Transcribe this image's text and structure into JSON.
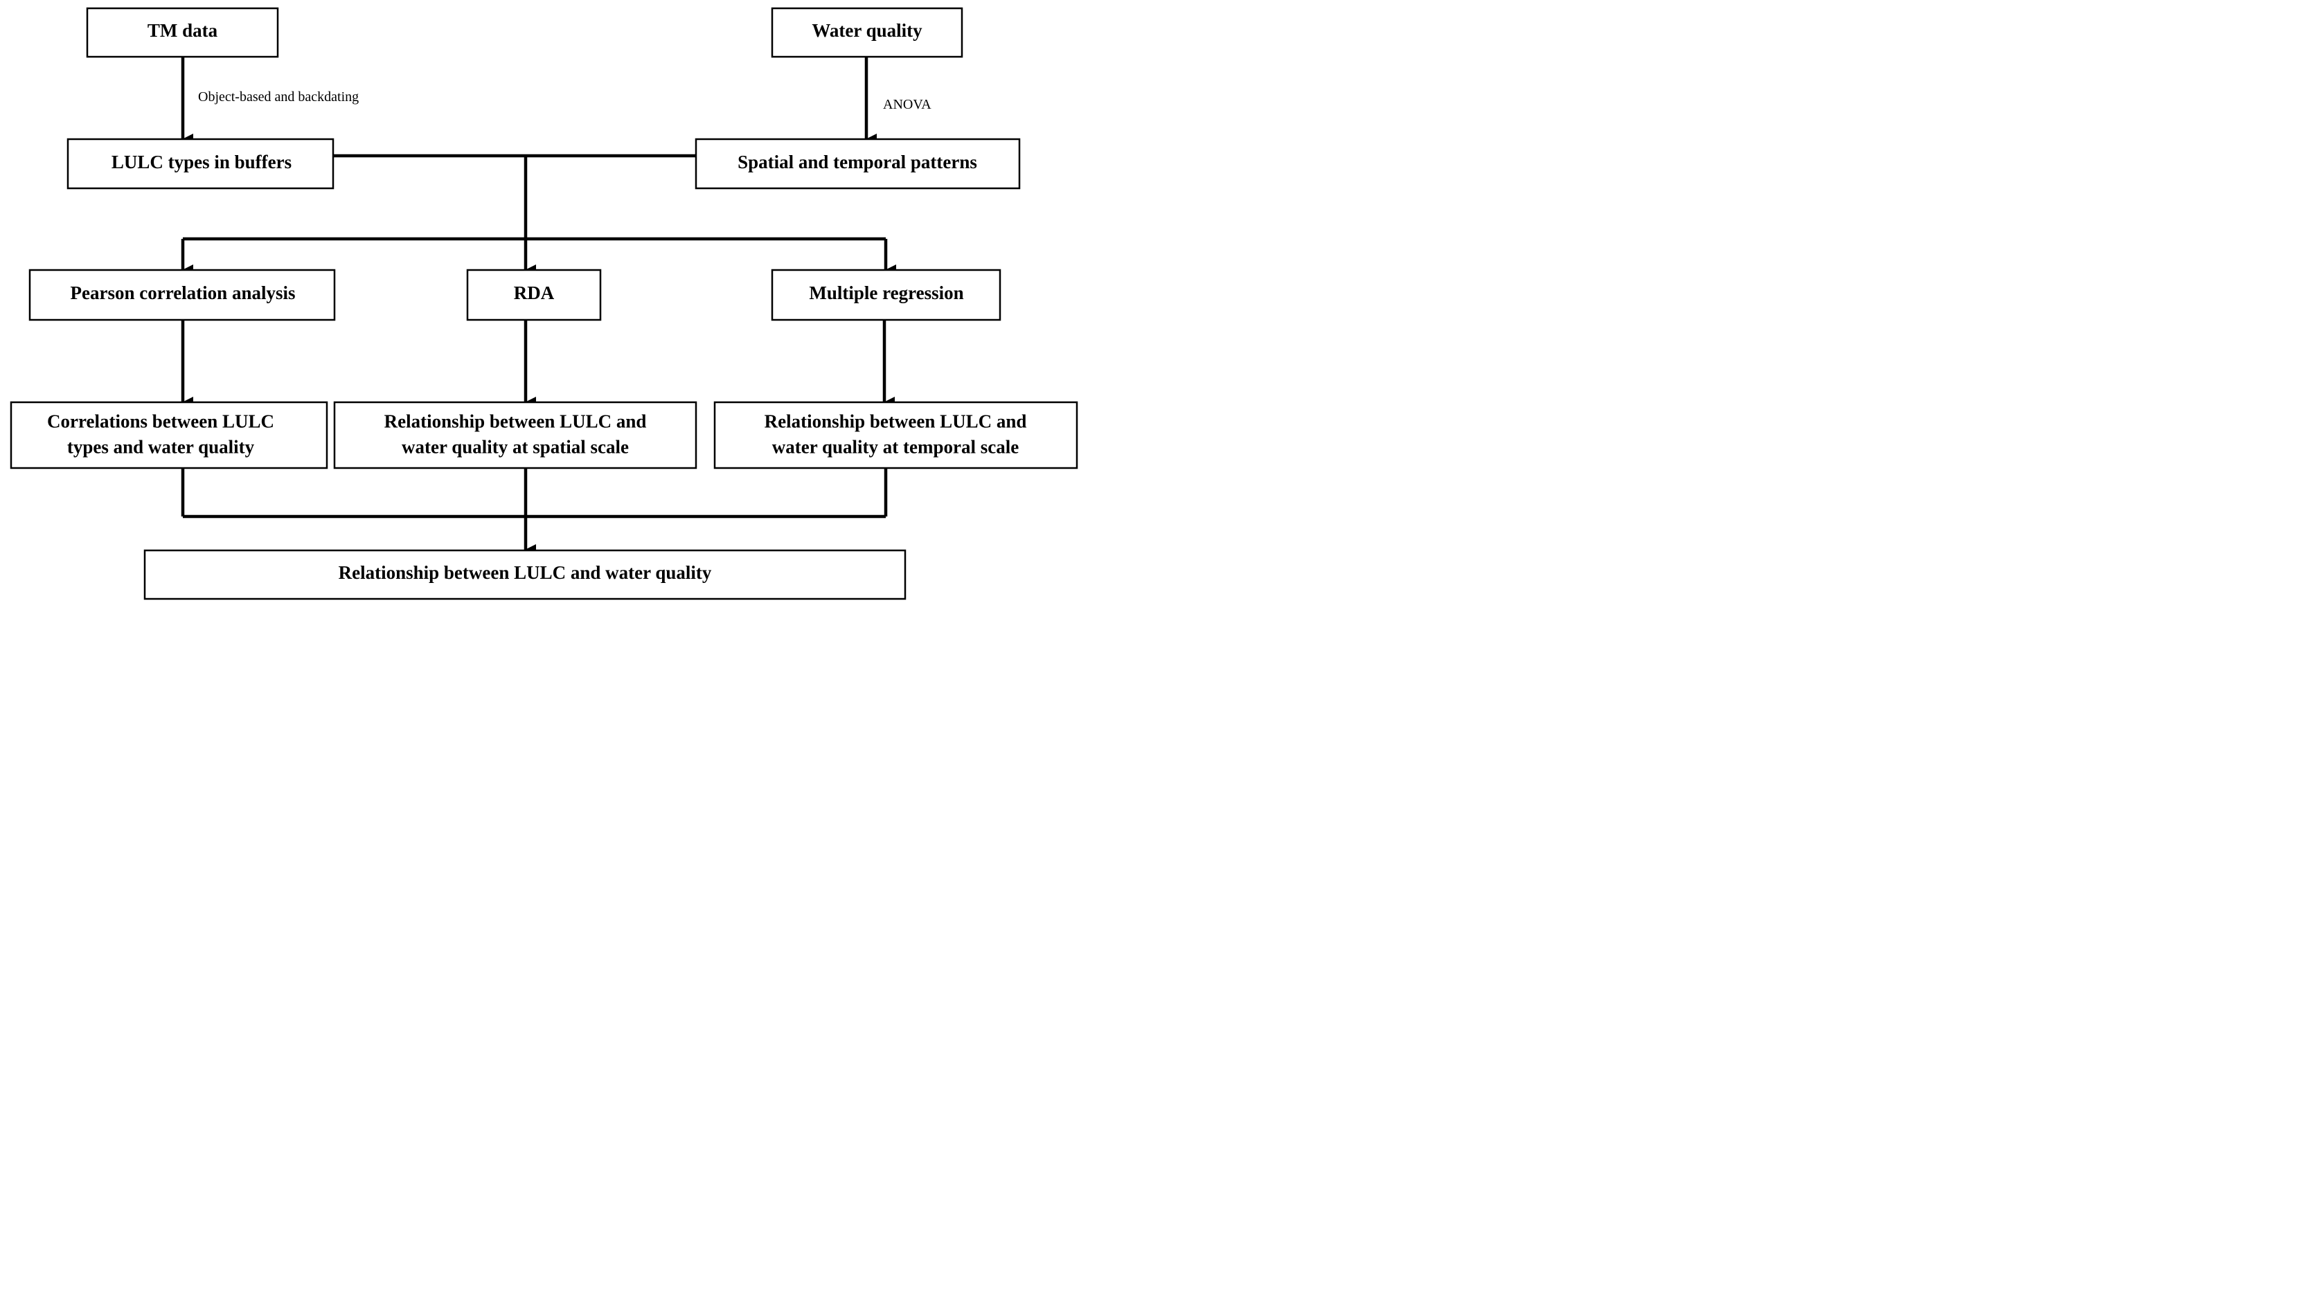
{
  "nodes": {
    "tm_data": {
      "lines": [
        "TM data"
      ]
    },
    "water_quality": {
      "lines": [
        "Water quality"
      ]
    },
    "lulc_buffers": {
      "lines": [
        "LULC types in buffers"
      ]
    },
    "spatial_temporal": {
      "lines": [
        "Spatial and temporal patterns"
      ]
    },
    "pearson": {
      "lines": [
        "Pearson correlation analysis"
      ]
    },
    "rda": {
      "lines": [
        "RDA"
      ]
    },
    "multiple_regression": {
      "lines": [
        "Multiple regression"
      ]
    },
    "correlations": {
      "lines": [
        "Correlations between LULC",
        "types and water quality"
      ]
    },
    "rel_spatial": {
      "lines": [
        "Relationship between LULC and",
        "water quality at spatial scale"
      ]
    },
    "rel_temporal": {
      "lines": [
        "Relationship between LULC and",
        "water quality at temporal scale"
      ]
    },
    "rel_final": {
      "lines": [
        "Relationship between LULC and water quality"
      ]
    }
  },
  "edge_labels": {
    "object_based": "Object-based and backdating",
    "anova": "ANOVA"
  },
  "colors": {
    "stroke": "#000000",
    "fill": "#ffffff",
    "text": "#000000"
  }
}
